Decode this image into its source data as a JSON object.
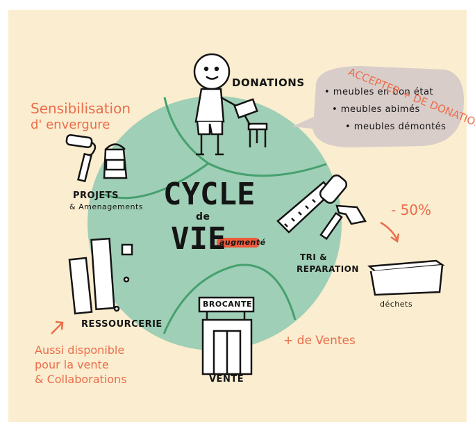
{
  "center": {
    "title_line1": "CYCLE",
    "title_de": "de",
    "title_line2": "VIE",
    "augmented": "augmenté"
  },
  "stages": {
    "donations": "DONATIONS",
    "tri_line1": "TRI &",
    "tri_line2": "REPARATION",
    "vente": "VENTE",
    "brocante": "BROCANTE",
    "ressourcerie": "RESSOURCERIE",
    "projets_line1": "PROJETS",
    "projets_line2": "& Amenagements"
  },
  "donation_bubble": {
    "items": [
      "• meubles en bon état",
      "• meubles abimés",
      "• meubles démontés"
    ]
  },
  "annotations": {
    "accepter": "ACCEPTER + DE DONATIONS",
    "sensibilisation_line1": "Sensibilisation",
    "sensibilisation_line2": "d' envergure",
    "minus_percent": "- 50%",
    "dechets": "déchets",
    "plus_ventes": "+ de Ventes",
    "aussi_line1": "Aussi disponible",
    "aussi_line2": "pour la vente",
    "aussi_line3": "& Collaborations"
  },
  "colors": {
    "background": "#fbedcf",
    "circle": "#9fcfb6",
    "circle_lines": "#46a06f",
    "bubble": "#d9cdca",
    "accent": "#ea6d4b",
    "ink": "#141414",
    "highlight": "#ec5a3c"
  }
}
